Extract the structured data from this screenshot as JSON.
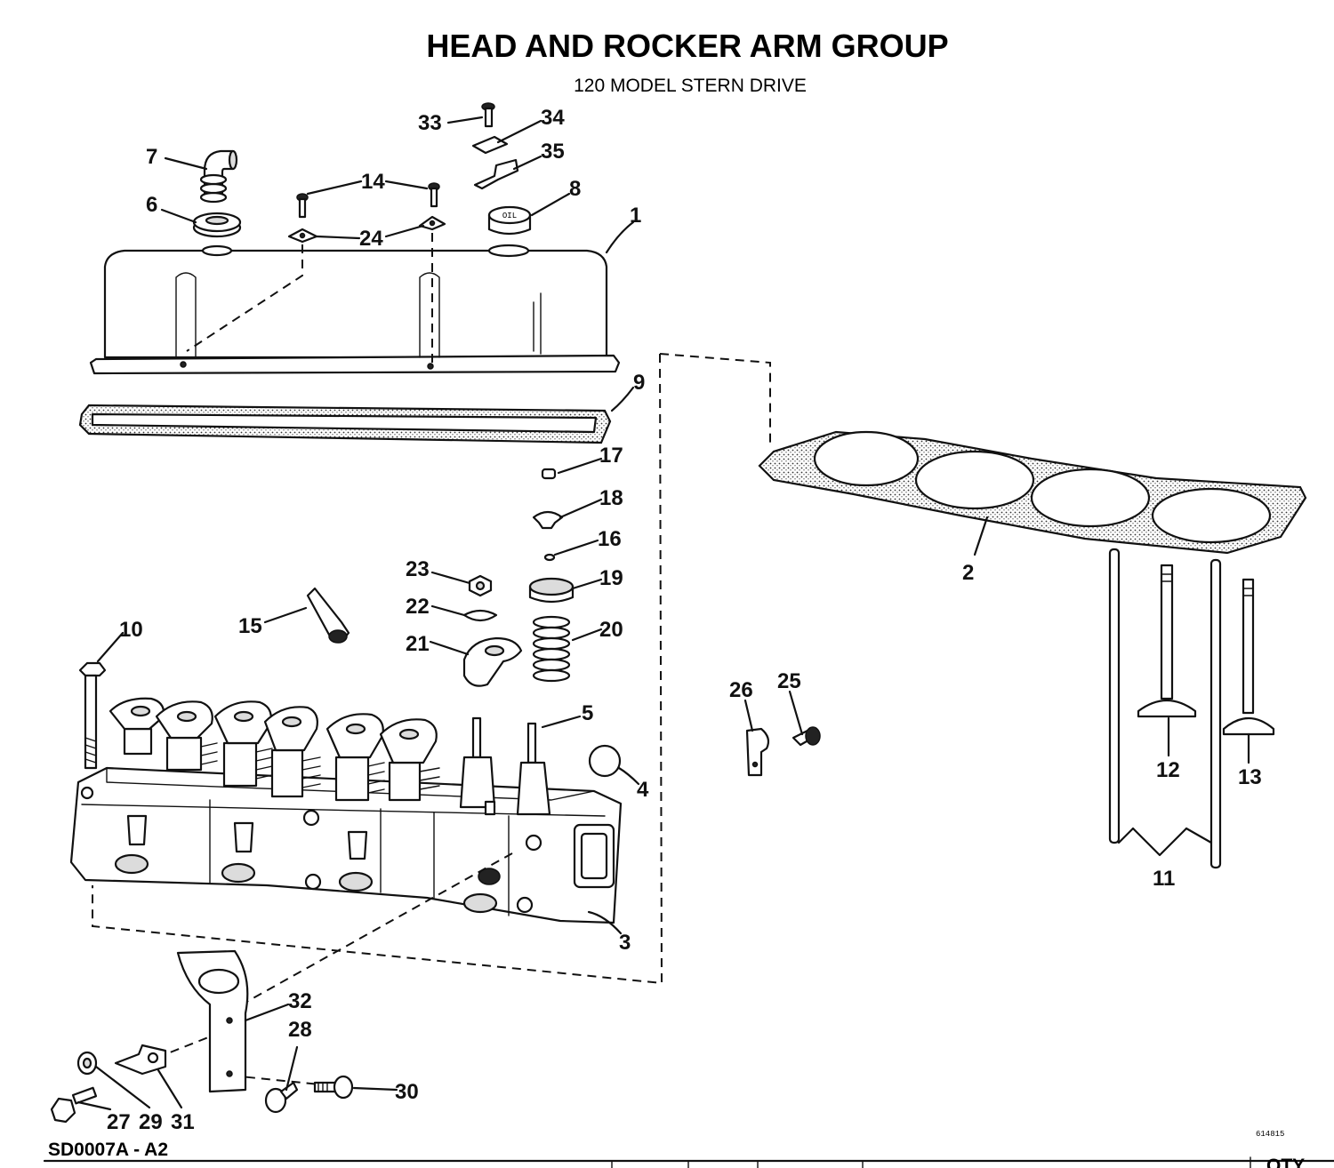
{
  "title": "HEAD AND ROCKER ARM GROUP",
  "subtitle": "120 MODEL STERN DRIVE",
  "drawing_number": "SD0007A - A2",
  "image_code": "614815",
  "table_header_fragment": "QTY",
  "callouts": {
    "c1": "1",
    "c2": "2",
    "c3": "3",
    "c4": "4",
    "c5": "5",
    "c6": "6",
    "c7": "7",
    "c8": "8",
    "c9": "9",
    "c10": "10",
    "c11": "11",
    "c12": "12",
    "c13": "13",
    "c14": "14",
    "c15": "15",
    "c16": "16",
    "c17": "17",
    "c18": "18",
    "c19": "19",
    "c20": "20",
    "c21": "21",
    "c22": "22",
    "c23": "23",
    "c24": "24",
    "c25": "25",
    "c26": "26",
    "c27": "27",
    "c28": "28",
    "c29": "29",
    "c30": "30",
    "c31": "31",
    "c32": "32",
    "c33": "33",
    "c34": "34",
    "c35": "35"
  },
  "cap_marking": "OIL"
}
